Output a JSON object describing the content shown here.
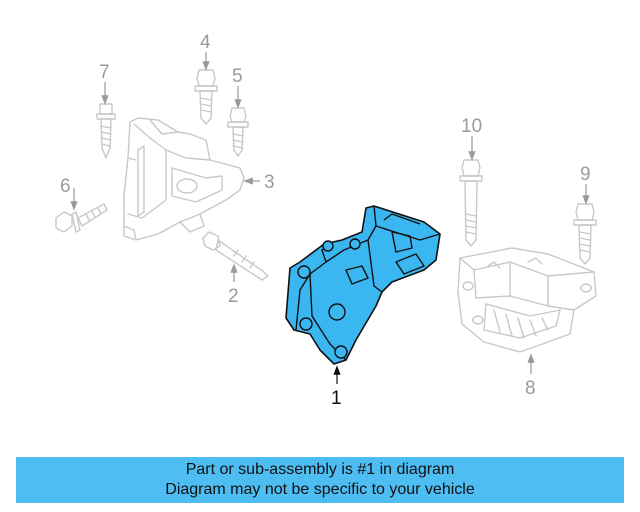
{
  "callouts": {
    "c1": "1",
    "c2": "2",
    "c3": "3",
    "c4": "4",
    "c5": "5",
    "c6": "6",
    "c7": "7",
    "c8": "8",
    "c9": "9",
    "c10": "10"
  },
  "banner": {
    "line1": "Part or sub-assembly is #1 in diagram",
    "line2": "Diagram may not be specific to your vehicle"
  },
  "colors": {
    "highlight": "#3ab6f0",
    "banner": "#4dbdf2",
    "ghost": "#c8c8c8"
  }
}
